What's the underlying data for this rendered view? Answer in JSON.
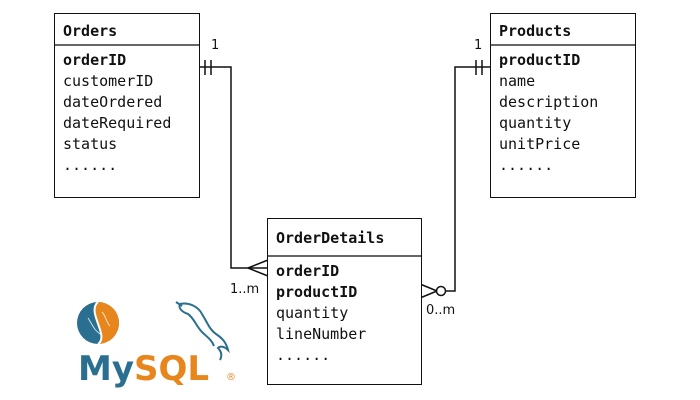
{
  "entities": {
    "orders": {
      "title": "Orders",
      "fields": [
        {
          "name": "orderID",
          "pk": true
        },
        {
          "name": "customerID",
          "pk": false
        },
        {
          "name": "dateOrdered",
          "pk": false
        },
        {
          "name": "dateRequired",
          "pk": false
        },
        {
          "name": "status",
          "pk": false
        },
        {
          "name": "......",
          "pk": false
        }
      ]
    },
    "products": {
      "title": "Products",
      "fields": [
        {
          "name": "productID",
          "pk": true
        },
        {
          "name": "name",
          "pk": false
        },
        {
          "name": "description",
          "pk": false
        },
        {
          "name": "quantity",
          "pk": false
        },
        {
          "name": "unitPrice",
          "pk": false
        },
        {
          "name": "......",
          "pk": false
        }
      ]
    },
    "orderdetails": {
      "title": "OrderDetails",
      "fields": [
        {
          "name": "orderID",
          "pk": true
        },
        {
          "name": "productID",
          "pk": true
        },
        {
          "name": "quantity",
          "pk": false
        },
        {
          "name": "lineNumber",
          "pk": false
        },
        {
          "name": "......",
          "pk": false
        }
      ]
    }
  },
  "relationships": {
    "orders_to_details": {
      "from_cardinality": "1",
      "to_cardinality": "1..m"
    },
    "products_to_details": {
      "from_cardinality": "1",
      "to_cardinality": "0..m"
    }
  },
  "logo": {
    "text_my": "My",
    "text_sql": "SQL",
    "registered": "®",
    "colors": {
      "blue": "#2a6f8f",
      "orange": "#e8861e"
    }
  }
}
